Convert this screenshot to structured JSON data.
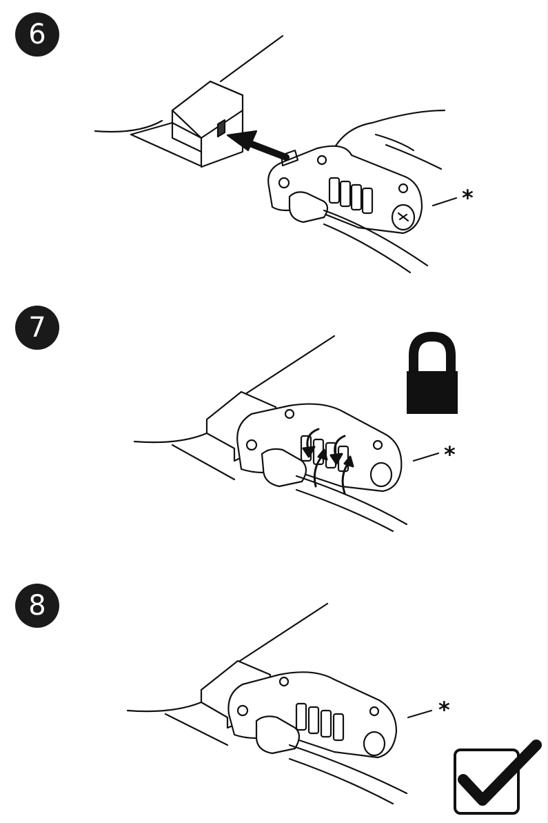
{
  "steps": [
    {
      "number": "6",
      "note_marker": "*"
    },
    {
      "number": "7",
      "note_marker": "*"
    },
    {
      "number": "8",
      "note_marker": "*"
    }
  ],
  "icons": {
    "step6": [
      "laptop-icon",
      "lock-slot-icon",
      "insert-arrow-icon",
      "hand-icon",
      "combination-lock-icon",
      "cable-icon"
    ],
    "step7": [
      "laptop-icon",
      "combination-lock-icon",
      "dial-scramble-arrows-icon",
      "padlock-locked-icon"
    ],
    "step8": [
      "laptop-icon",
      "combination-lock-icon",
      "checkmark-box-icon"
    ]
  }
}
